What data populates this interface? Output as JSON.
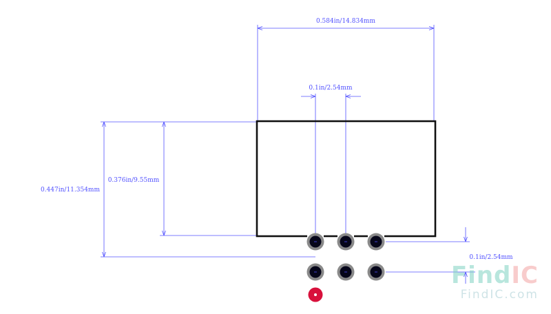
{
  "dimensions": {
    "top_width": "0.584in/14.834mm",
    "pitch_top": "0.1in/2.54mm",
    "inner_height": "0.376in/9.55mm",
    "outer_height": "0.447in/11.354mm",
    "pitch_right": "0.1in/2.54mm"
  },
  "watermark": {
    "logo_find": "Find",
    "logo_ic": "IC",
    "url": "FindIC.com"
  },
  "colors": {
    "dimension": "#5050ff",
    "outline": "#111111",
    "pad_ring": "#8a8a8a",
    "pad_core": "#06061a",
    "pin1_fill": "#d8113c",
    "watermark_find": "#7fd3c2",
    "watermark_ic": "#f4a3a3",
    "watermark_url": "#9fc9cf"
  }
}
